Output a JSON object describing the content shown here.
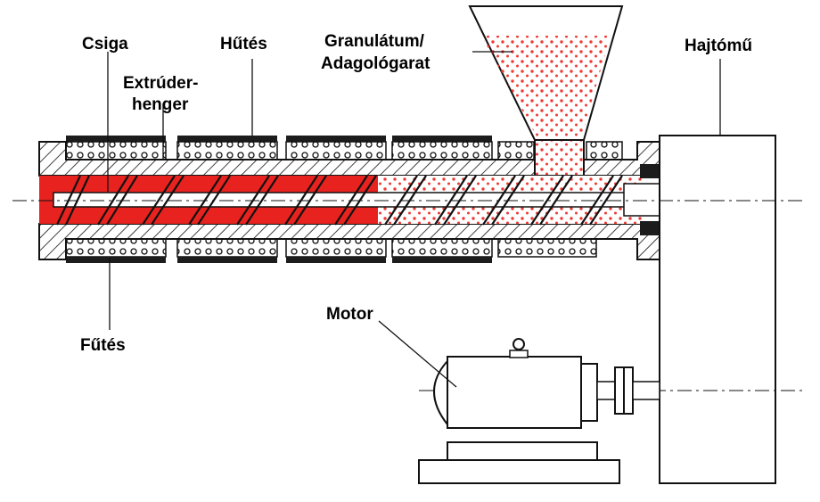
{
  "labels": {
    "csiga": "Csiga",
    "extruder_1": "Extrúder-",
    "extruder_2": "henger",
    "hutes": "Hűtés",
    "granulatum_1": "Granulátum/",
    "granulatum_2": "Adagológarat",
    "hajtomu": "Hajtómű",
    "motor": "Motor",
    "futes": "Fűtés"
  },
  "colors": {
    "melt": "#e8231f",
    "granule": "#ee3b36",
    "line": "#111111",
    "band": "#1c1c1c"
  }
}
